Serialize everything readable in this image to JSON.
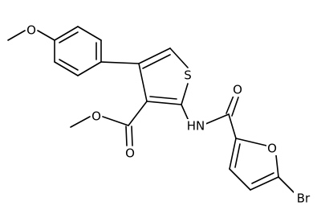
{
  "labels": {
    "S": "S",
    "HN": "HN",
    "O_ester_single": "O",
    "O_ester_carbonyl": "O",
    "O_methoxy": "O",
    "O_amide": "O",
    "O_furan": "O",
    "Br": "Br"
  },
  "colors": {
    "bond": "#000000",
    "text": "#000000",
    "background": "#ffffff"
  }
}
